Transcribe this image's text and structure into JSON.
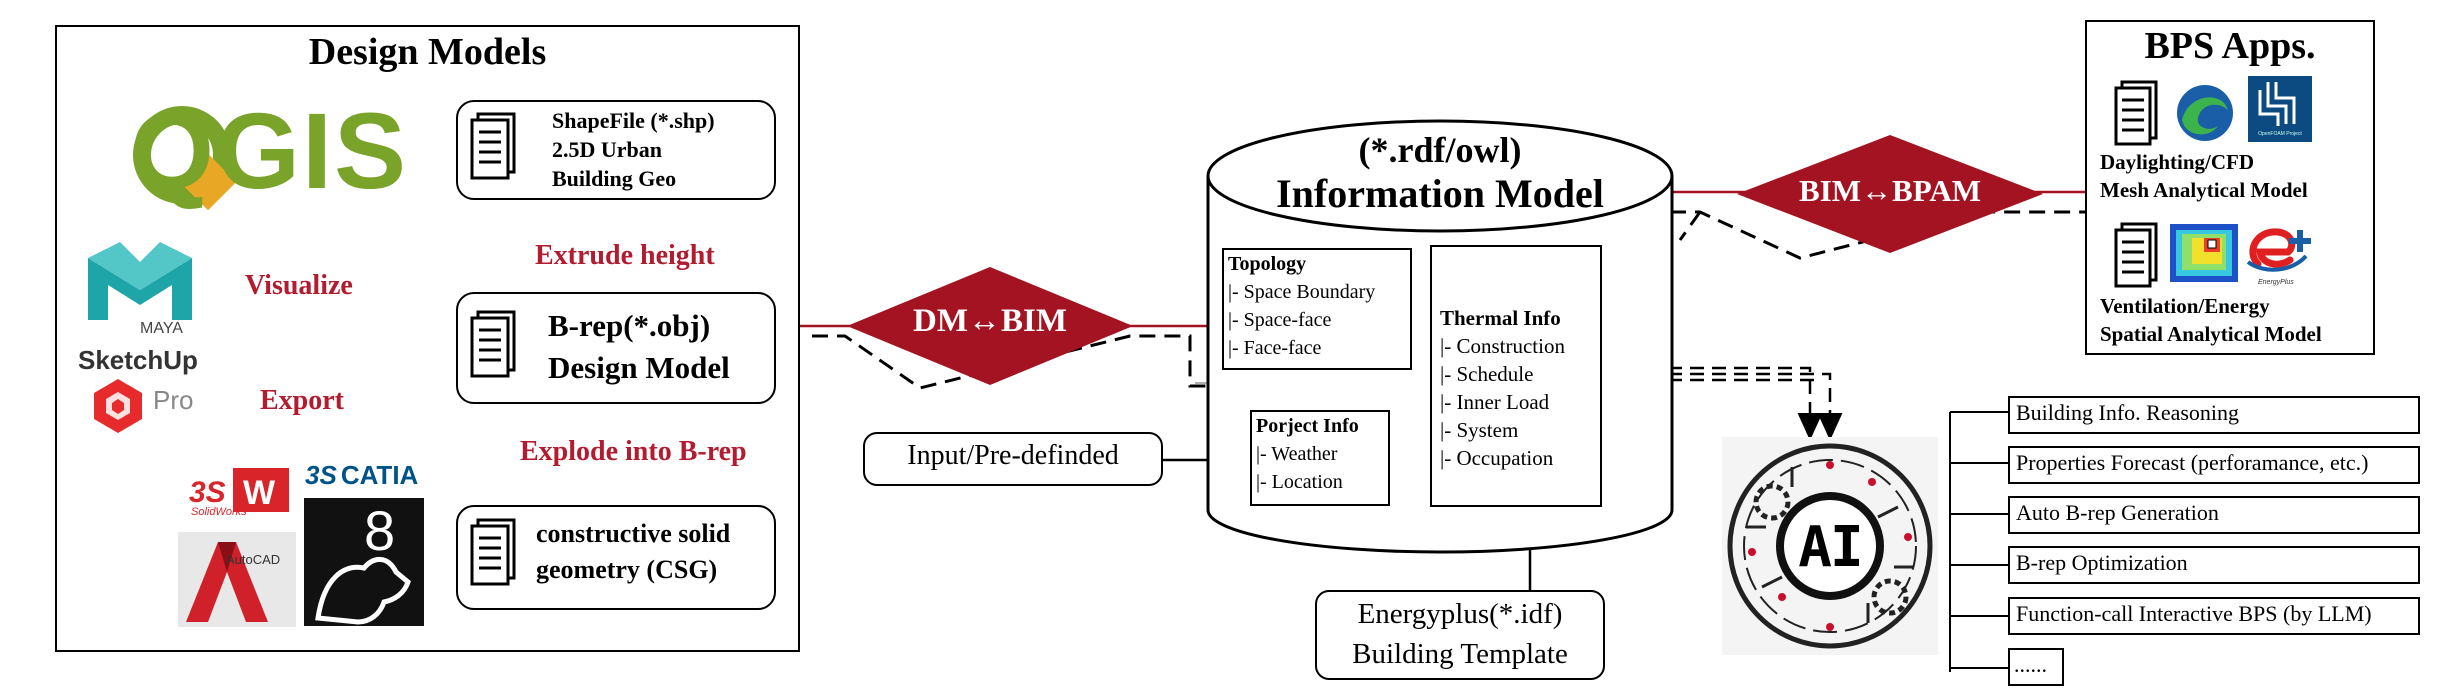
{
  "design_models": {
    "title": "Design Models",
    "shapefile": [
      "ShapeFile (*.shp)",
      "2.5D Urban",
      "Building Geo"
    ],
    "brep": [
      "B-rep(*.obj)",
      "Design Model"
    ],
    "csg": [
      "constructive solid",
      "geometry (CSG)"
    ],
    "extrude_label": "Extrude height",
    "explode_label": "Explode into B-rep",
    "visualize_label": "Visualize",
    "export_label": "Export",
    "logos": {
      "qgis": "QGIS",
      "maya": "MAYA",
      "sketchup": "SketchUp",
      "sketchup_pro": "Pro",
      "solidworks": "SolidWorks",
      "autocad": "AutoCAD",
      "catia": "CATIA",
      "rhino": "8"
    }
  },
  "dm_bim": "DM↔BIM",
  "bim_bpam": "BIM↔BPAM",
  "input_box": "Input/Pre-definded",
  "information_model": {
    "title_line1": "(*.rdf/owl)",
    "title_line2": "Information Model",
    "topology_title": "Topology",
    "topology_items": [
      "|- Space Boundary",
      "|- Space-face",
      "|- Face-face"
    ],
    "project_title": "Porject Info",
    "project_items": [
      "|- Weather",
      "|- Location"
    ],
    "thermal_title": "Thermal Info",
    "thermal_items": [
      "|- Construction",
      "|- Schedule",
      "|- Inner Load",
      "|- System",
      "|- Occupation"
    ]
  },
  "energyplus": [
    "Energyplus(*.idf)",
    "Building Template"
  ],
  "bps_apps": {
    "title": "BPS Apps.",
    "daylight": [
      "Daylighting/CFD",
      "Mesh Analytical Model"
    ],
    "ventilation": [
      "Ventilation/Energy",
      "Spatial Analytical Model"
    ],
    "openfoam_caption": "OpenFOAM Project",
    "energyplus_caption": "EnergyPlus"
  },
  "ai": {
    "label": "AI",
    "items": [
      "Building Info. Reasoning",
      "Properties Forecast (perforamance, etc.)",
      "Auto B-rep Generation",
      "B-rep Optimization",
      "Function-call Interactive BPS (by LLM)",
      "......"
    ]
  },
  "colors": {
    "accent_red": "#b31b2f",
    "arrow_red": "#c8102e",
    "diamond_red": "#a31322"
  }
}
